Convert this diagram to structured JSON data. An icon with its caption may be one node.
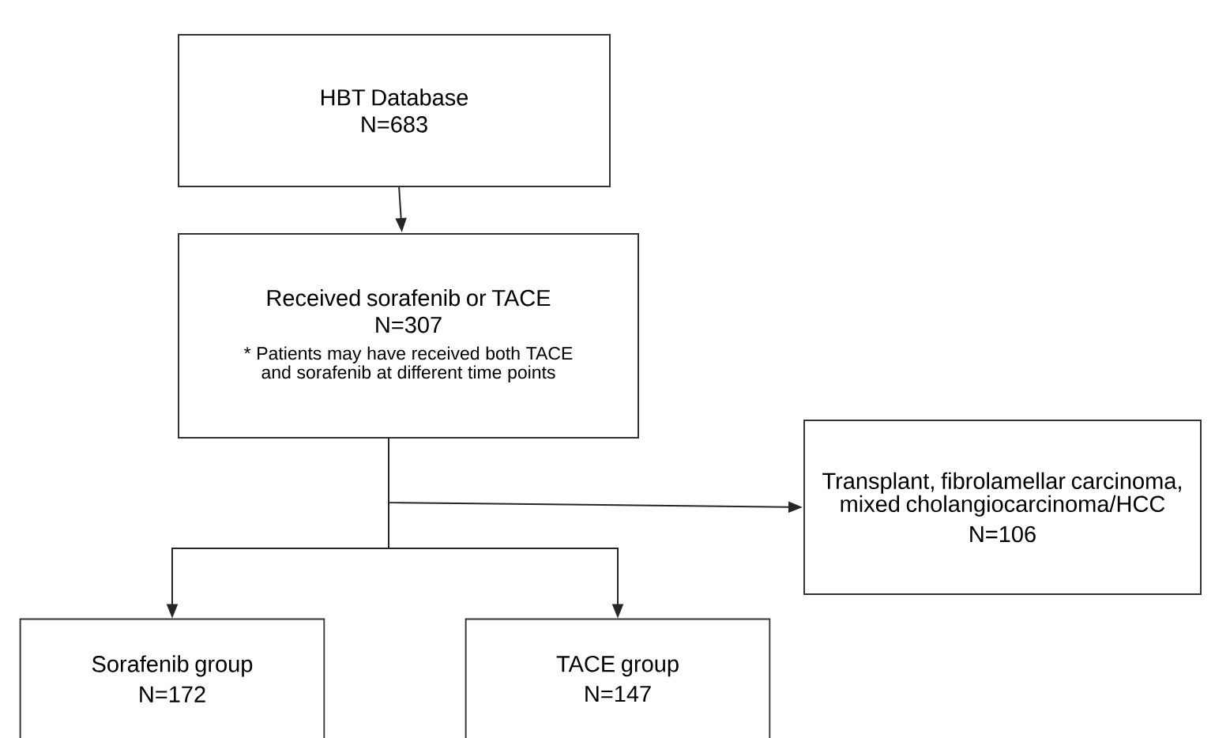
{
  "diagram": {
    "nodes": [
      {
        "text": [
          "HBT Database",
          "N=683"
        ]
      },
      {
        "text": [
          "Received sorafenib or TACE",
          "N=307",
          "* Patients may have received both TACE and sorafenib at different time points"
        ]
      },
      {
        "text": [
          "Transplant, fibrolamellar carcinoma, mixed cholangiocarcinoma/HCC",
          "N=106"
        ]
      },
      {
        "text": [
          "Sorafenib group",
          "N=172"
        ]
      },
      {
        "text": [
          "TACE group",
          "N=147"
        ]
      }
    ],
    "edges": [
      {
        "from": 0,
        "to": 1,
        "arrow": "to"
      },
      {
        "from": 1,
        "to": 2,
        "arrow": "to"
      },
      {
        "from": 1,
        "to": 3,
        "arrow": "to"
      },
      {
        "from": 1,
        "to": 4,
        "arrow": "to"
      }
    ]
  }
}
